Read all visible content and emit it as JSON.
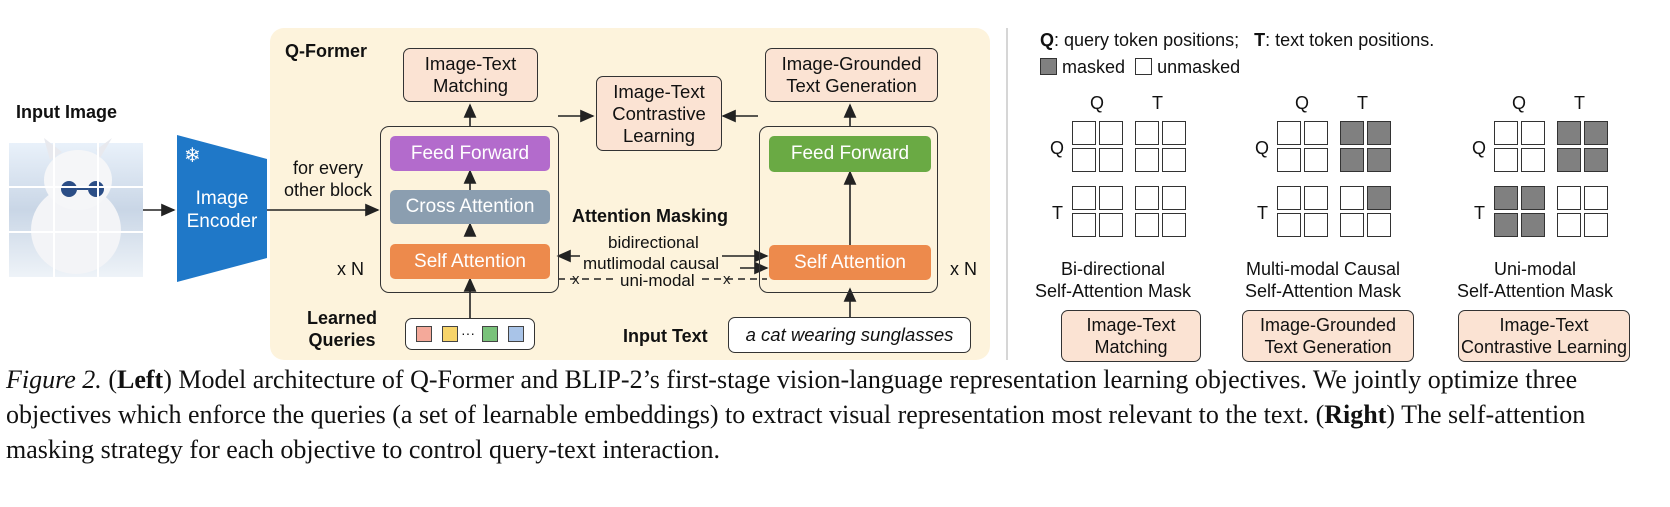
{
  "left": {
    "qformer_label": "Q-Former",
    "input_image_label": "Input Image",
    "image_encoder_label": "Image\nEncoder",
    "snowflake_glyph": "❄",
    "every_other_block": "for every\nother block",
    "xn_left": "x N",
    "xn_right": "x N",
    "ff_left": "Feed Forward",
    "cross_attention": "Cross Attention",
    "self_attention_left": "Self Attention",
    "ff_right": "Feed Forward",
    "self_attention_right": "Self Attention",
    "itm": "Image-Text\nMatching",
    "itc": "Image-Text\nContrastive\nLearning",
    "itg": "Image-Grounded\nText Generation",
    "attention_masking": "Attention Masking",
    "mask_bidirectional": "bidirectional",
    "mask_causal": "mutlimodal causal",
    "mask_unimodal": "uni-modal",
    "learned_queries": "Learned\nQueries",
    "queries_ellipsis": "···",
    "input_text_label": "Input Text",
    "input_text_value": "a cat wearing sunglasses",
    "query_colors": [
      "#f4a99a",
      "#f7d46a",
      "#79c27a",
      "#a9c4e8"
    ],
    "colors": {
      "qformer_bg": "#fdf3dc",
      "encoder": "#1f78c8",
      "peach": "#fbe3d3",
      "ff_purple": "#b36bcc",
      "ff_green": "#6aaa44",
      "cross": "#8b9eb0",
      "self_attention": "#ed8a4c",
      "masked": "#808080"
    }
  },
  "right": {
    "legend_q_key": "Q",
    "legend_q_text": ": query token positions;",
    "legend_t_key": "T",
    "legend_t_text": ": text token positions.",
    "legend_masked": "masked",
    "legend_unmasked": "unmasked",
    "masks": [
      {
        "col_q": "Q",
        "col_t": "T",
        "row_q": "Q",
        "row_t": "T",
        "title": "Bi-directional\nSelf-Attention Mask",
        "objective": "Image-Text\nMatching",
        "grid": [
          [
            0,
            0,
            0,
            0
          ],
          [
            0,
            0,
            0,
            0
          ],
          [
            0,
            0,
            0,
            0
          ],
          [
            0,
            0,
            0,
            0
          ]
        ]
      },
      {
        "col_q": "Q",
        "col_t": "T",
        "row_q": "Q",
        "row_t": "T",
        "title": "Multi-modal Causal\nSelf-Attention Mask",
        "objective": "Image-Grounded\nText Generation",
        "grid": [
          [
            0,
            0,
            1,
            1
          ],
          [
            0,
            0,
            1,
            1
          ],
          [
            0,
            0,
            0,
            1
          ],
          [
            0,
            0,
            0,
            0
          ]
        ]
      },
      {
        "col_q": "Q",
        "col_t": "T",
        "row_q": "Q",
        "row_t": "T",
        "title": "Uni-modal\nSelf-Attention Mask",
        "objective": "Image-Text\nContrastive Learning",
        "grid": [
          [
            0,
            0,
            1,
            1
          ],
          [
            0,
            0,
            1,
            1
          ],
          [
            1,
            1,
            0,
            0
          ],
          [
            1,
            1,
            0,
            0
          ]
        ]
      }
    ]
  },
  "caption": {
    "fig": "Figure 2.",
    "open1": " (",
    "left_word": "Left",
    "text1": ") Model architecture of Q-Former and BLIP-2’s first-stage vision-language representation learning objectives. We jointly optimize three objectives which enforce the queries (a set of learnable embeddings) to extract visual representation most relevant to the text. (",
    "right_word": "Right",
    "text2": ") The self-attention masking strategy for each objective to control query-text interaction."
  }
}
